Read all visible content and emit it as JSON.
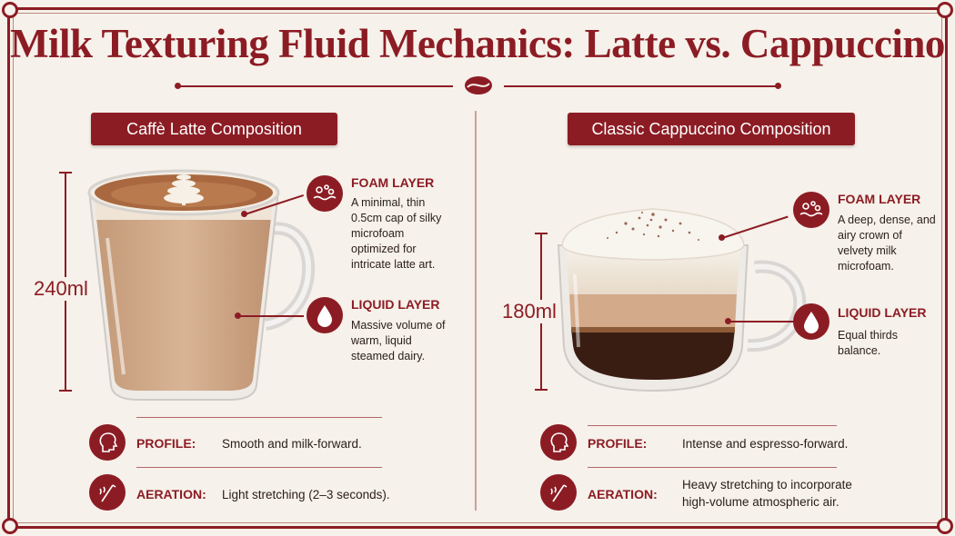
{
  "title": "Milk Texturing Fluid Mechanics: Latte vs. Cappuccino",
  "colors": {
    "accent": "#8c1c24",
    "background": "#f6f1ea",
    "milk": "#d3aa8a",
    "espresso": "#3a1d12"
  },
  "latte": {
    "heading": "Caffè Latte Composition",
    "volume": "240ml",
    "foam": {
      "title": "FOAM LAYER",
      "text": "A minimal, thin 0.5cm cap of silky microfoam optimized for intricate latte art.",
      "icon": "bubbles-icon"
    },
    "liquid": {
      "title": "LIQUID LAYER",
      "text": "Massive volume of warm, liquid steamed dairy.",
      "icon": "droplet-icon"
    },
    "profile": {
      "key": "PROFILE:",
      "value": "Smooth and milk-forward.",
      "icon": "head-profile-icon"
    },
    "aeration": {
      "key": "AERATION:",
      "value": "Light stretching (2–3 seconds).",
      "icon": "steam-wand-icon"
    }
  },
  "cappuccino": {
    "heading": "Classic Cappuccino Composition",
    "volume": "180ml",
    "foam": {
      "title": "FOAM LAYER",
      "text": "A deep, dense, and airy crown of velvety milk microfoam.",
      "icon": "bubbles-icon"
    },
    "liquid": {
      "title": "LIQUID LAYER",
      "text": "Equal thirds balance.",
      "icon": "droplet-icon"
    },
    "profile": {
      "key": "PROFILE:",
      "value": "Intense and espresso-forward.",
      "icon": "head-profile-icon"
    },
    "aeration": {
      "key": "AERATION:",
      "value": "Heavy stretching to incorporate high-volume atmospheric air.",
      "icon": "steam-wand-icon"
    }
  }
}
